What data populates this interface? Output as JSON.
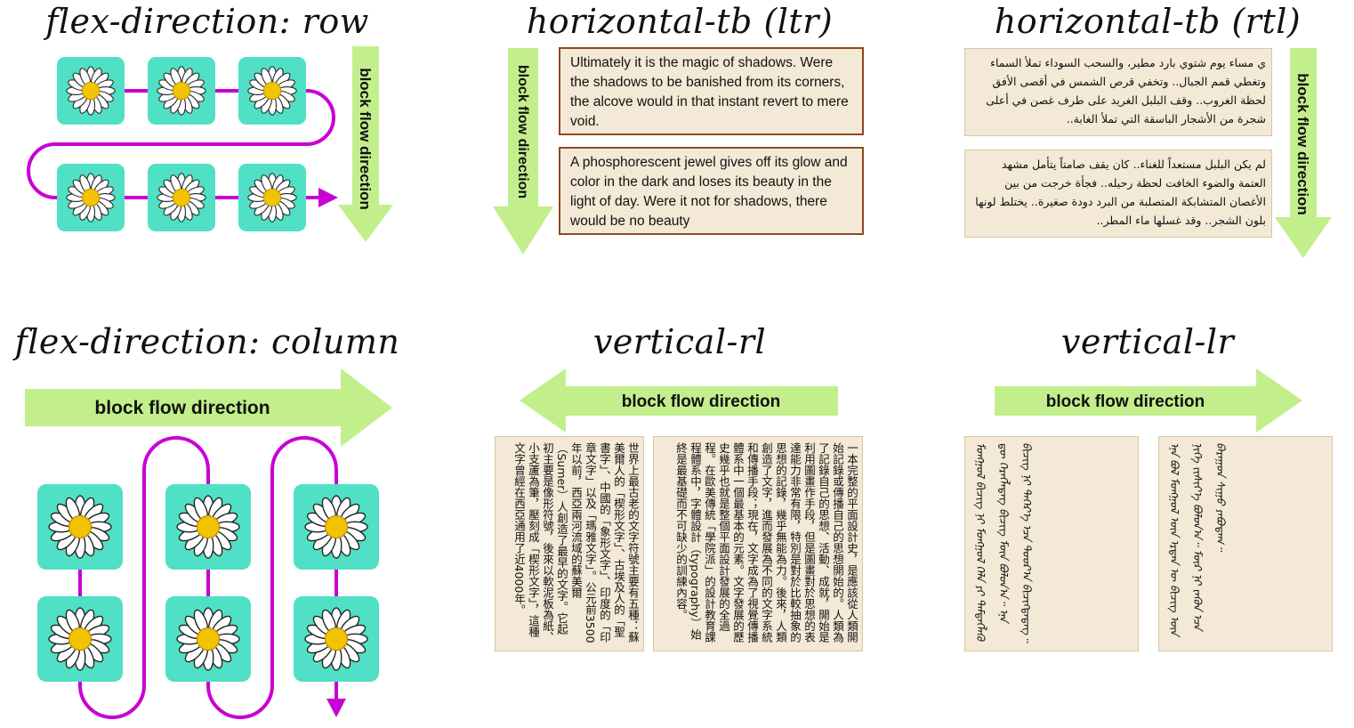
{
  "headings": {
    "row": "flex-direction: row",
    "column": "flex-direction: column",
    "htb_ltr": "horizontal-tb (ltr)",
    "htb_rtl": "horizontal-tb (rtl)",
    "vrl": "vertical-rl",
    "vlr": "vertical-lr"
  },
  "arrow_label": "block flow direction",
  "colors": {
    "arrow": "#c2ef8c",
    "flow_line": "#c800d6",
    "tile": "#4fe0c6",
    "petal": "#ffffff",
    "flower_center": "#f2c300",
    "text_box": "#f4e9d6",
    "ltr_border": "#8b4a1e"
  },
  "icons": [
    "daisy-icon"
  ],
  "ltr_paragraphs": [
    "Ultimately it is the magic of shadows. Were the shadows to be banished from its corners, the alcove would in that instant revert to mere void.",
    "A phosphorescent jewel gives off its glow and color in the dark and loses its beauty in the light of day. Were it not for shadows, there would be no beauty"
  ],
  "rtl_paragraphs": [
    "ي مساء يوم شتوي بارد مطير، والسحب السوداء تملأ السماء وتغطي قمم الجبال.. وتخفي قرص الشمس في أقصى الأفق لحظة الغروب.. وقف البلبل الغريد على طرف غصن في أعلى شجرة من الأشجار الباسقة التي تملأ الغابة..",
    "لم يكن البلبل مستعداً للغناء.. كان يقف صامتاً يتأمل مشهد العتمة والضوء الخافت لحظة رحيله.. فجأة خرجت من بين الأغصان المتشابكة المتصلبة من البرد دودة صغيرة.. يختلط لونها بلون الشجر.. وقد غسلها ماء المطر.."
  ],
  "vrl_paragraphs": [
    "一本完整的平面設計史，是應該從人類開始記錄或傳播自己的思想開始的。人類為了記錄自己的思想、活動、成就，開始是利用圖畫作手段，但是圖畫對於思想的表達能力非常有限，特別是對於比較抽象的思想的記錄，幾乎無能為力。後來，人類創造了文字，進而發展為不同的文字系統和傳播手段；現在，文字成為了視覺傳播體系中一個最基本的元素。文字發展的歷史幾乎也就是整個平面設計發展的全過程。在歐美傳統「學院派」的設計教育課程體系中，字體設計（typography）始終是最基礎而不可缺少的訓練內容。",
    "世界上最古老的文字符號主要有五種：蘇美爾人的「楔形文字」、古埃及人的「聖書字」、中國的「象形文字」、印度的「印章文字」以及「瑪雅文字」。公元前3500年以前，西亞兩河流域的蘇美爾（Sumer）人創造了最早的文字。它起初主要是像形符號，後來以軟泥板為紙、小支蘆為筆，壓刻成「楔形文字」，這種文字曾經在西亞通用了近4000年。"
  ],
  "vlr_paragraphs": [
    "ᠮᠣᠩᠭᠣᠯ ᠪᠢᠴᠢᠭ ᠨᠢ ᠮᠣᠩᠭᠣᠯ ᠬᠡᠯᠡ ᠶᠢ ᠲᠡᠮᠳᠡᠭᠯᠡᠬᠦ ᠳᠦ ᠬᠡᠷᠡᠭᠯᠡᠳᠡᠭ ᠪᠢᠴᠢᠭ ᠮᠥᠨ ᠪᠣᠯᠤᠨ᠎ᠠ᠃ ᠡᠨᠡ ᠪᠢᠴᠢᠭ ᠨᠢ ᠳᠡᠭᠡᠷ᠎ᠡ ᠡᠴᠡ ᠳᠤᠤᠷ᠎ᠠ ᠪᠢᠴᠢᠭᠳᠡᠳᠡᠭ᠃",
    "ᠡᠨᠡ ᠪᠣᠯ ᠮᠣᠩᠭᠣᠯ ᠦᠨ ᠡᠷᠲᠡᠨ ᠦ ᠪᠢᠴᠢᠭ ᠦᠨ ᠨᠢᠭᠡ ᠵᠢᠱᠢᠶ᠎ᠡ ᠪᠣᠯᠤᠨ᠎ᠠ᠃ ᠮᠥᠷ ᠨᠢ ᠵᠡᠭᠦᠨ ᠡᠴᠡ ᠪᠠᠷᠠᠭᠤᠨ ᠰᠢᠭᠤ ᠶᠠᠪᠤᠳᠠᠭ᠃"
  ]
}
